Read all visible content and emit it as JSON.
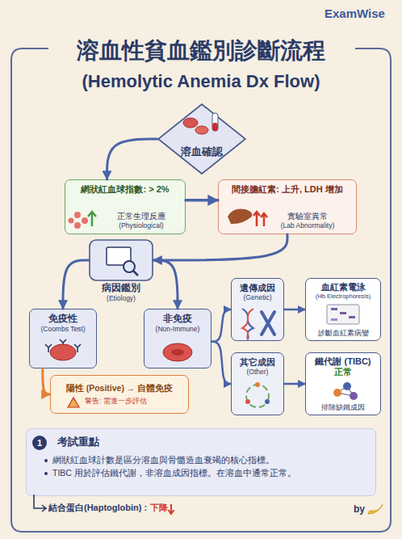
{
  "diagram": {
    "title": "溶血性貧血鑑別診斷流程",
    "nodes": [
      {
        "text": [
          "溶血確認"
        ]
      },
      {
        "text": [
          "網狀紅血球指數: > 2%",
          "正常生理反應",
          "(Physiological)"
        ]
      },
      {
        "text": [
          "間接膽紅素: 上升, LDH 增加",
          "實驗室異常",
          "(Lab Abnormality)"
        ]
      },
      {
        "text": [
          "病因鑑別",
          "(Etiology)"
        ]
      },
      {
        "text": [
          "免疫性",
          "(Coombs Test)"
        ]
      },
      {
        "text": [
          "非免疫",
          "(Non-Immune)"
        ]
      },
      {
        "text": [
          "陽性 (Positive) → 自體免疫",
          "警告: 需進一步評估"
        ]
      },
      {
        "text": [
          "遺傳成因",
          "(Genetic)"
        ]
      },
      {
        "text": [
          "其它成因",
          "(Other)"
        ]
      },
      {
        "text": [
          "血紅素電泳",
          "(Hb Electrophoresis)",
          "診斷血紅素病變"
        ]
      },
      {
        "text": [
          "鐵代謝 (TIBC)",
          "正常",
          "排除缺鐵成因"
        ]
      },
      {
        "text": [
          "考試重點",
          "網狀紅血球計數是區分溶血與骨髓造血衰竭的核心指標。",
          "TIBC 用於評估鐵代謝，非溶血成因指標。在溶血中通常正常。"
        ]
      }
    ],
    "edges": [
      {
        "from": 0,
        "to": 1,
        "arrow": "to"
      },
      {
        "from": 1,
        "to": 2,
        "arrow": "to"
      },
      {
        "from": 2,
        "to": 3,
        "arrow": "to"
      },
      {
        "from": 3,
        "to": 4,
        "arrow": "to"
      },
      {
        "from": 3,
        "to": 5,
        "arrow": "to"
      },
      {
        "from": 4,
        "to": 6,
        "arrow": "to"
      },
      {
        "from": 5,
        "to": 7,
        "arrow": "to"
      },
      {
        "from": 5,
        "to": 8,
        "arrow": "to"
      },
      {
        "from": 7,
        "to": 9,
        "arrow": "to"
      },
      {
        "from": 8,
        "to": 10,
        "arrow": "to"
      }
    ],
    "labels": [
      "(Hemolytic Anemia Dx Flow)",
      "ExamWise",
      "1",
      "結合蛋白(Haptoglobin) :",
      "下降",
      "by"
    ]
  }
}
